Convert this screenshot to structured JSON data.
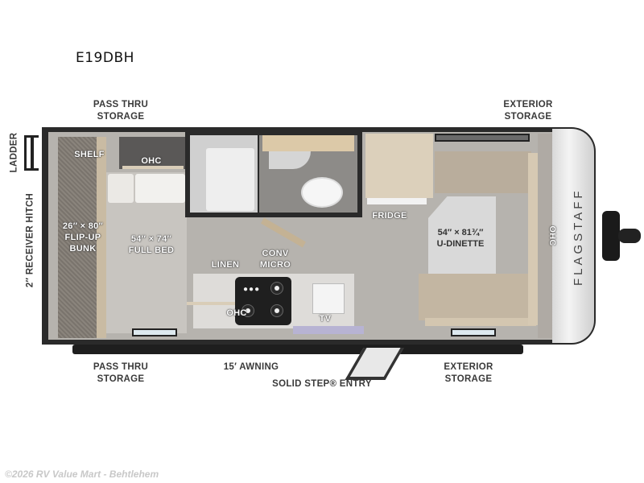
{
  "model": "E19DBH",
  "exterior_labels": {
    "pass_thru_storage_top": [
      "PASS THRU",
      "STORAGE"
    ],
    "exterior_storage_top": [
      "EXTERIOR",
      "STORAGE"
    ],
    "ladder": "LADDER",
    "receiver_hitch": "2″ RECEIVER HITCH",
    "pass_thru_storage_bottom": [
      "PASS THRU",
      "STORAGE"
    ],
    "awning": "15′ AWNING",
    "entry": "SOLID STEP® ENTRY",
    "exterior_storage_bottom": [
      "EXTERIOR",
      "STORAGE"
    ]
  },
  "interior_labels": {
    "shelf": "SHELF",
    "ohc_rear": "OHC",
    "bunk": [
      "26″ × 80″",
      "FLIP-UP",
      "BUNK"
    ],
    "bed": [
      "54″ × 74″",
      "FULL BED"
    ],
    "linen": "LINEN",
    "micro": [
      "CONV",
      "MICRO"
    ],
    "ohc_kitchen": "OHC",
    "tv": "TV",
    "fridge": "FRIDGE",
    "dinette": [
      "54″ × 81¾″",
      "U-DINETTE"
    ],
    "ohc_front": "OHC"
  },
  "brand_mark": "FLAGSTAFF",
  "footer": "©2026 RV Value Mart - Behtlehem"
}
